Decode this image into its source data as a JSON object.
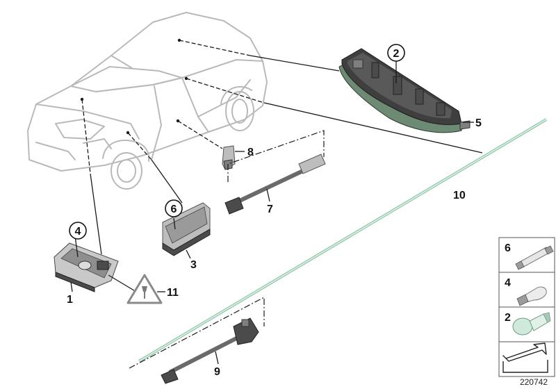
{
  "diagram_id": "220742",
  "callouts": {
    "c1": "1",
    "c2": "2",
    "c3": "3",
    "c4": "4",
    "c5": "5",
    "c6": "6",
    "c7": "7",
    "c8": "8",
    "c9": "9",
    "c10": "10",
    "c11": "11"
  },
  "bulb_legend": [
    {
      "label": "6"
    },
    {
      "label": "4"
    },
    {
      "label": "2"
    }
  ],
  "colors": {
    "car_outline": "#b9b9b9",
    "light_strip": "#a8d6bd",
    "warning_triangle": "#8a8a8a"
  }
}
